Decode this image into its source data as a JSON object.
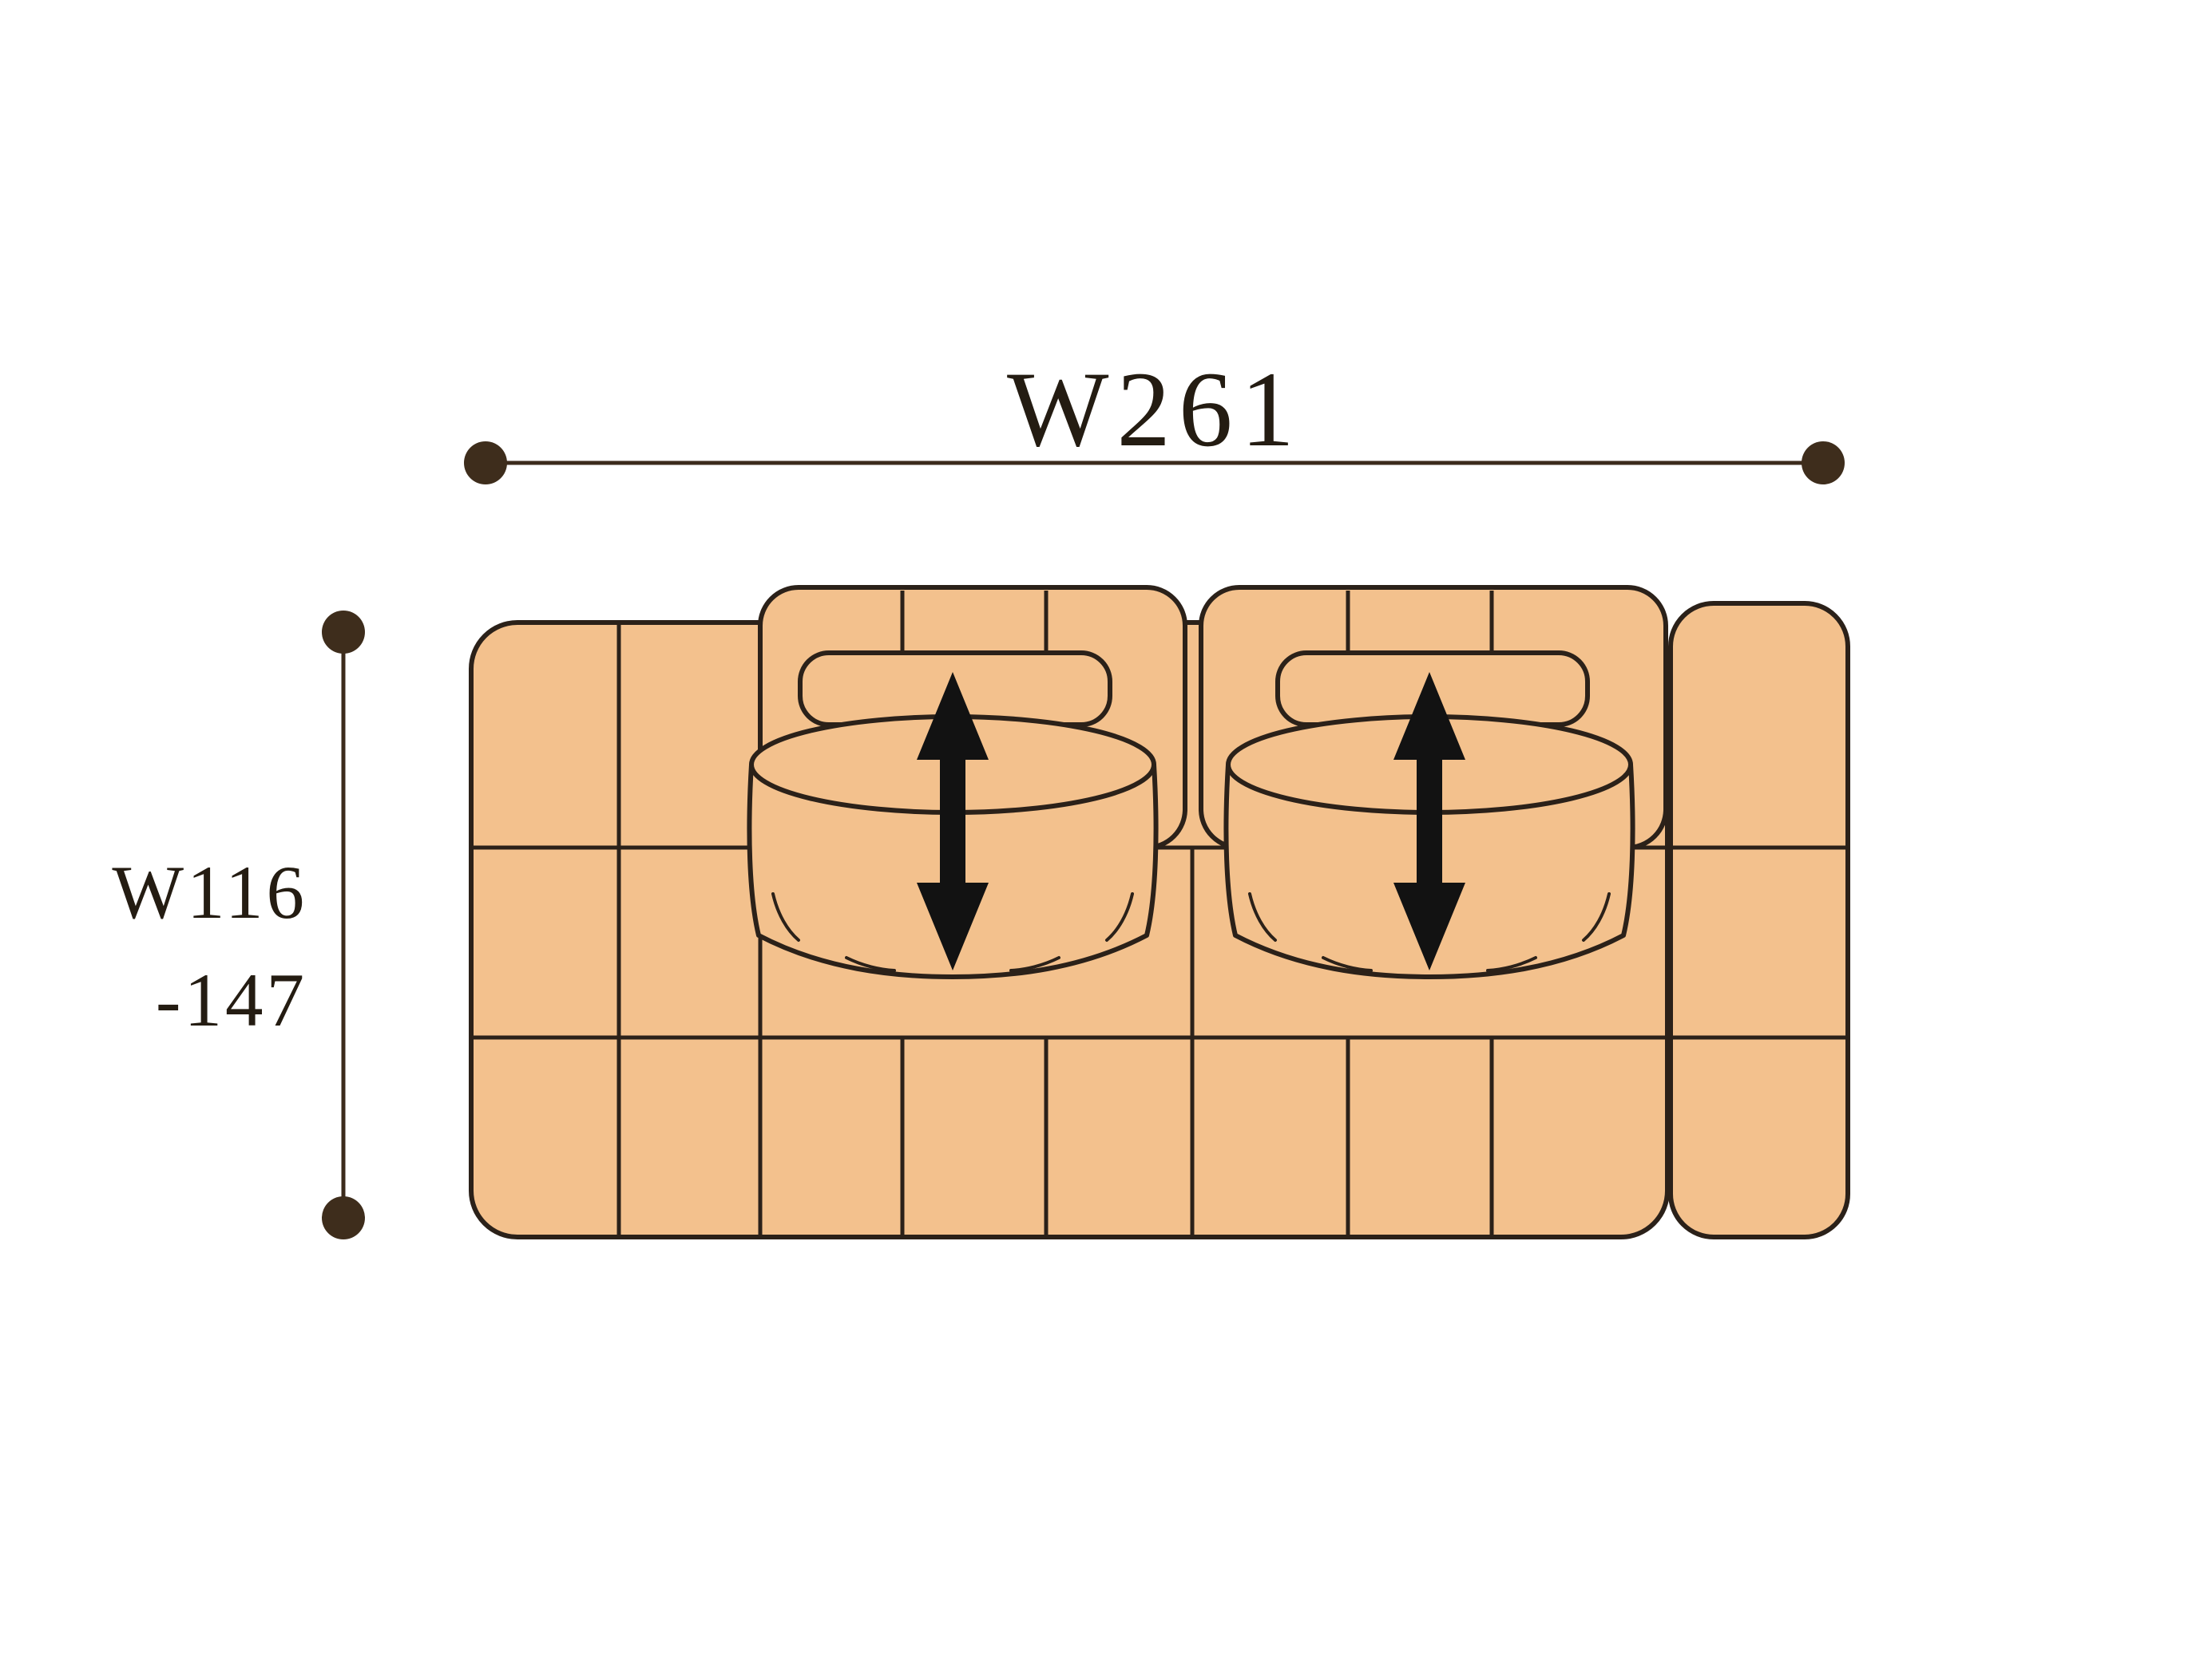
{
  "diagram": {
    "width_dimension_label": "W261",
    "depth_dimension_label_line1": "W116",
    "depth_dimension_label_line2": "-147",
    "icons": {
      "seat_arrow_left": "double-headed-vertical-arrow",
      "seat_arrow_right": "double-headed-vertical-arrow",
      "dimension_endpoints": "round-dot"
    },
    "colors": {
      "background": "#FFFFFF",
      "sofa_fill": "#F3C18D",
      "outline": "#2B2119",
      "dimension_line": "#3C2B1C",
      "dimension_dot": "#3E2D1C",
      "label_text": "#241C12",
      "arrow": "#121212"
    }
  }
}
